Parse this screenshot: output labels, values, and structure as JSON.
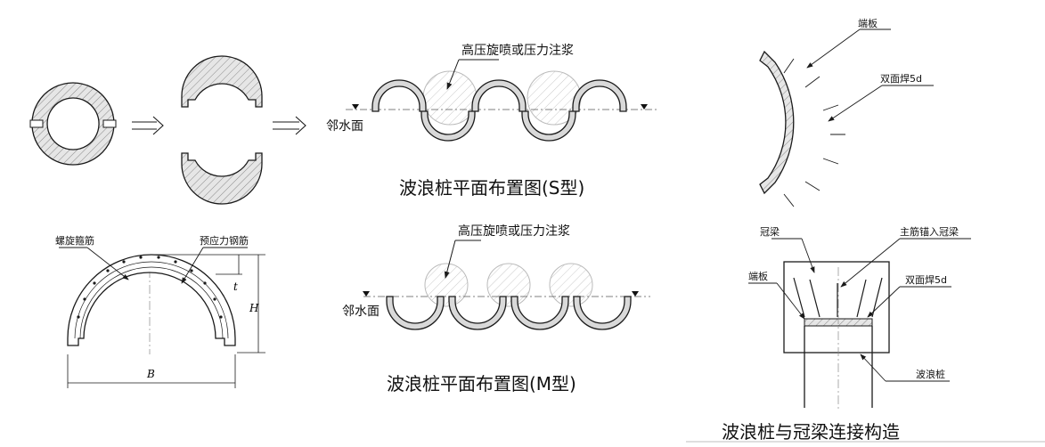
{
  "labels": {
    "grout_s": "高压旋喷或压力注浆",
    "grout_m": "高压旋喷或压力注浆",
    "water_side_s": "邻水面",
    "water_side_m": "邻水面",
    "title_s": "波浪桩平面布置图(S型)",
    "title_m": "波浪桩平面布置图(M型)",
    "spiral_stirrup": "螺旋箍筋",
    "prestress_rebar": "预应力钢筋",
    "dim_t": "t",
    "dim_h": "H",
    "dim_b": "B",
    "end_plate_top": "端板",
    "weld_top": "双面焊5d",
    "crown_beam": "冠梁",
    "main_rebar_anchor": "主筋锚入冠梁",
    "end_plate": "端板",
    "weld": "双面焊5d",
    "wave_pile": "波浪桩",
    "title_connection": "波浪桩与冠梁连接构造"
  },
  "colors": {
    "line": "#1a1a1a",
    "fill_gray": "#d9d9d9",
    "hatch": "#8a8a8a"
  }
}
